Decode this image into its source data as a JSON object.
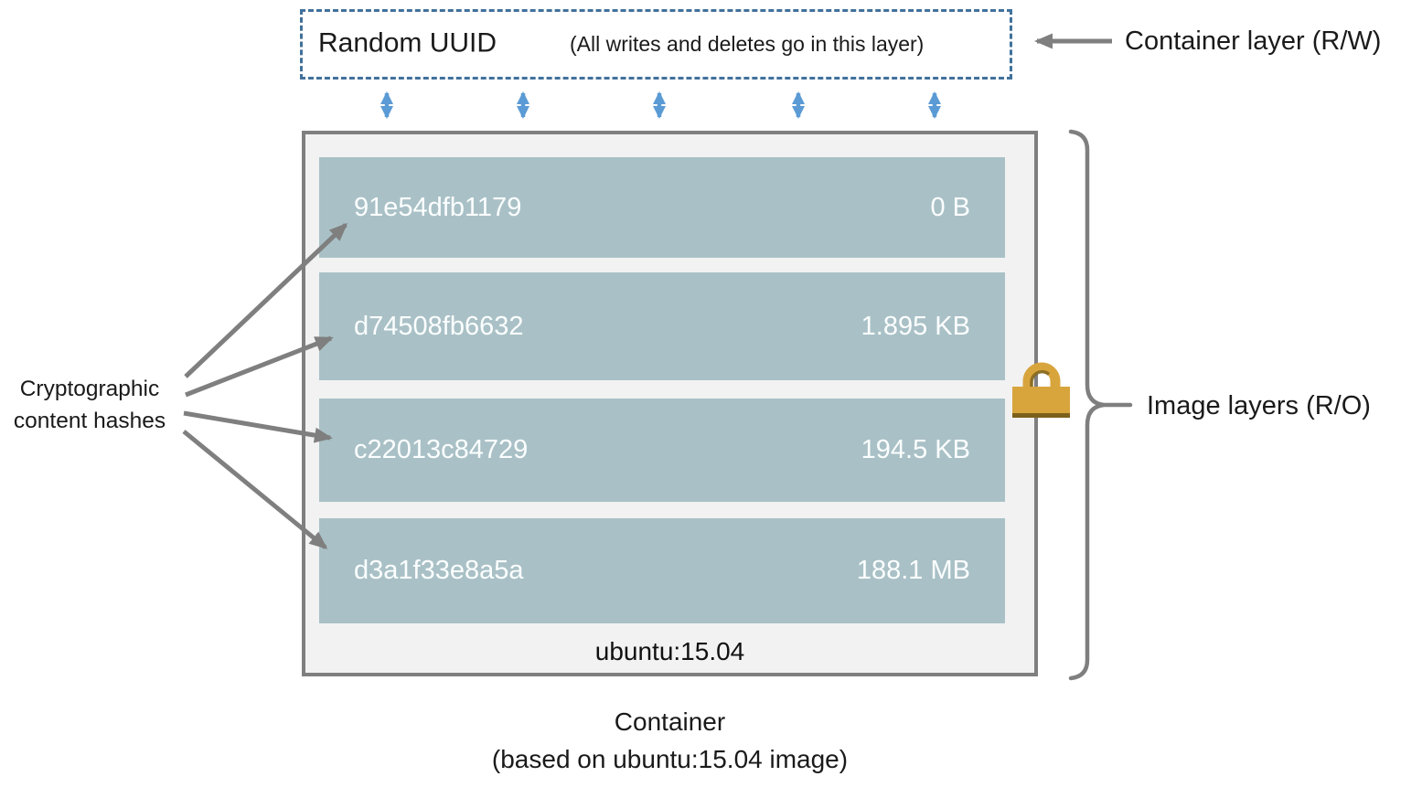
{
  "colors": {
    "layer_fill": "#a9c1c6",
    "layer_text": "#fcfeff",
    "container_bg": "#f2f2f2",
    "container_border": "#7f7f7f",
    "dashed_border": "#41719c",
    "blue_arrow": "#5b9bd5",
    "gray_arrow": "#7f7f7f",
    "lock_gold": "#d8a53d",
    "lock_dark": "#7c611c",
    "text": "#1a1a1a"
  },
  "uuid_box": {
    "title": "Random UUID",
    "note": "(All writes and deletes go in this layer)"
  },
  "annotations": {
    "container_layer_label": "Container layer (R/W)",
    "image_layers_label": "Image layers (R/O)",
    "crypto_label_line1": "Cryptographic",
    "crypto_label_line2": "content hashes"
  },
  "image_stack": {
    "layers": [
      {
        "hash": "91e54dfb1179",
        "size": "0 B"
      },
      {
        "hash": "d74508fb6632",
        "size": "1.895 KB"
      },
      {
        "hash": "c22013c84729",
        "size": "194.5 KB"
      },
      {
        "hash": "d3a1f33e8a5a",
        "size": "188.1 MB"
      }
    ],
    "base_image_tag": "ubuntu:15.04"
  },
  "caption": {
    "line1": "Container",
    "line2": "(based on ubuntu:15.04 image)"
  },
  "icons": {
    "lock": "padlock (read-only layers)",
    "bidirectional_arrows": "read/write between container layer and image layers"
  }
}
